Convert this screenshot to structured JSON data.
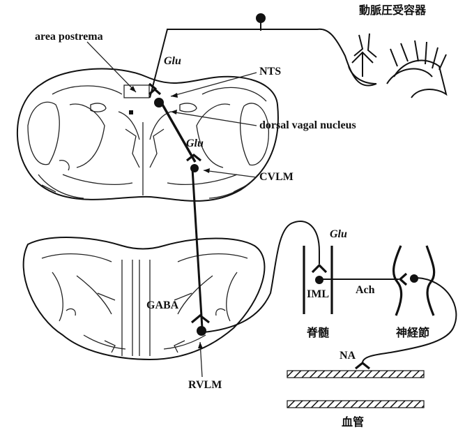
{
  "labels": {
    "baroreceptor": "動脈圧受容器",
    "area_postrema": "area postrema",
    "glu_1": "Glu",
    "nts": "NTS",
    "dorsal_vagal_nucleus": "dorsal vagal nucleus",
    "glu_2": "Glu",
    "cvlm": "CVLM",
    "glu_3": "Glu",
    "iml": "IML",
    "ach": "Ach",
    "gaba": "GABA",
    "spinal_cord": "脊髄",
    "ganglion": "神経節",
    "na": "NA",
    "rvlm": "RVLM",
    "blood_vessel": "血管"
  }
}
